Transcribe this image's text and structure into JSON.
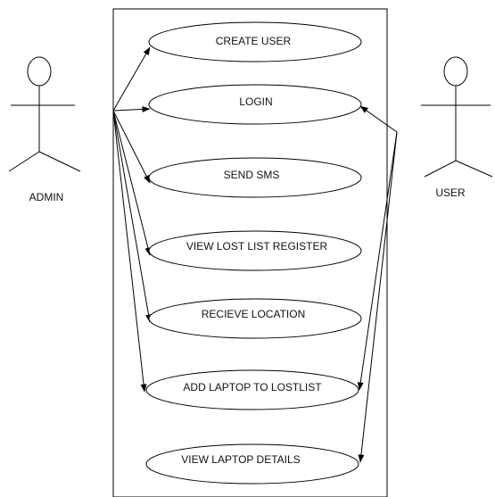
{
  "diagram": {
    "type": "use-case",
    "line_color": "#000000",
    "background": "#ffffff",
    "actors": [
      {
        "id": "admin",
        "label": "ADMIN"
      },
      {
        "id": "user",
        "label": "USER"
      }
    ],
    "use_cases": [
      {
        "id": "create-user",
        "label": "CREATE USER"
      },
      {
        "id": "login",
        "label": "LOGIN"
      },
      {
        "id": "send-sms",
        "label": "SEND SMS"
      },
      {
        "id": "view-lost-list-register",
        "label": "VIEW LOST LIST REGISTER"
      },
      {
        "id": "recieve-location",
        "label": "RECIEVE LOCATION"
      },
      {
        "id": "add-laptop-to-lostlist",
        "label": "ADD LAPTOP TO LOSTLIST"
      },
      {
        "id": "view-laptop-details",
        "label": "VIEW LAPTOP DETAILS"
      }
    ],
    "associations": [
      {
        "from": "admin",
        "to": "create-user"
      },
      {
        "from": "admin",
        "to": "login"
      },
      {
        "from": "admin",
        "to": "send-sms"
      },
      {
        "from": "admin",
        "to": "view-lost-list-register"
      },
      {
        "from": "admin",
        "to": "recieve-location"
      },
      {
        "from": "admin",
        "to": "add-laptop-to-lostlist"
      },
      {
        "from": "user",
        "to": "login"
      },
      {
        "from": "user",
        "to": "add-laptop-to-lostlist"
      },
      {
        "from": "user",
        "to": "view-laptop-details"
      }
    ]
  }
}
